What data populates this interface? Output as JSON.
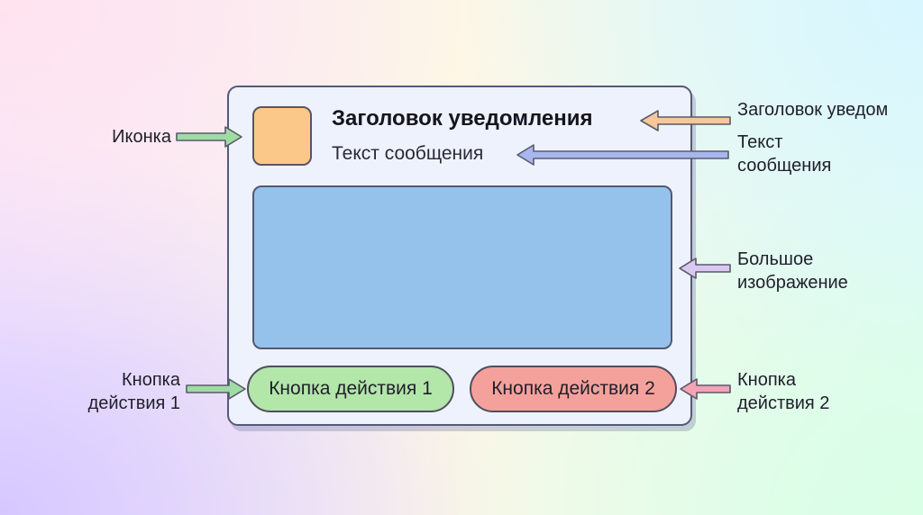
{
  "notification": {
    "title": "Заголовок уведомления",
    "text": "Текст сообщения",
    "button_1": "Кнопка действия 1",
    "button_2": "Кнопка действия 2"
  },
  "annotations": {
    "icon": "Иконка",
    "title": "Заголовок уведом",
    "text_line1": "Текст",
    "text_line2": "сообщения",
    "image_line1": "Большое",
    "image_line2": "изображение",
    "button1_line1": "Кнопка",
    "button1_line2": "действия 1",
    "button2_line1": "Кнопка",
    "button2_line2": "действия 2"
  },
  "colors": {
    "icon_fill": "#fcc88a",
    "image_fill": "#95c2eb",
    "button_1_fill": "#b3e6a9",
    "button_2_fill": "#f5a19b",
    "arrow_icon": "#9fdca3",
    "arrow_title": "#f7c79a",
    "arrow_text": "#a7b6ee",
    "arrow_image": "#d9c8f2",
    "arrow_button_1": "#9fdca3",
    "arrow_button_2": "#f3a3b5"
  }
}
